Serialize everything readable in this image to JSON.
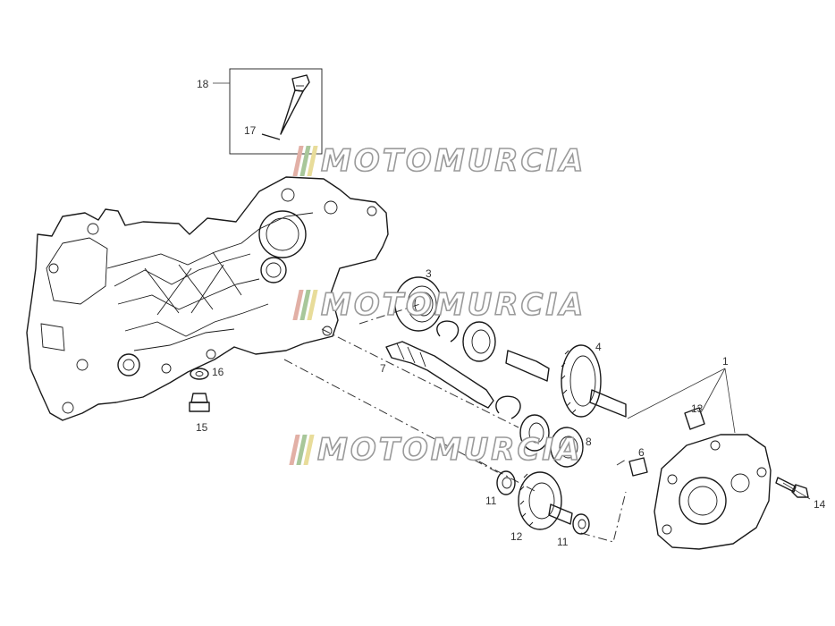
{
  "watermark": {
    "text": "MOTOMURCIA",
    "stripe_colors": [
      "#e2b0a6",
      "#a8c79a",
      "#e8dc9a"
    ]
  },
  "callouts": {
    "c1": "1",
    "c3": "3",
    "c4": "4",
    "c6": "6",
    "c7": "7",
    "c8": "8",
    "c11a": "11",
    "c11b": "11",
    "c12": "12",
    "c13": "13",
    "c14": "14",
    "c15": "15",
    "c16": "16",
    "c17": "17",
    "c18": "18"
  }
}
